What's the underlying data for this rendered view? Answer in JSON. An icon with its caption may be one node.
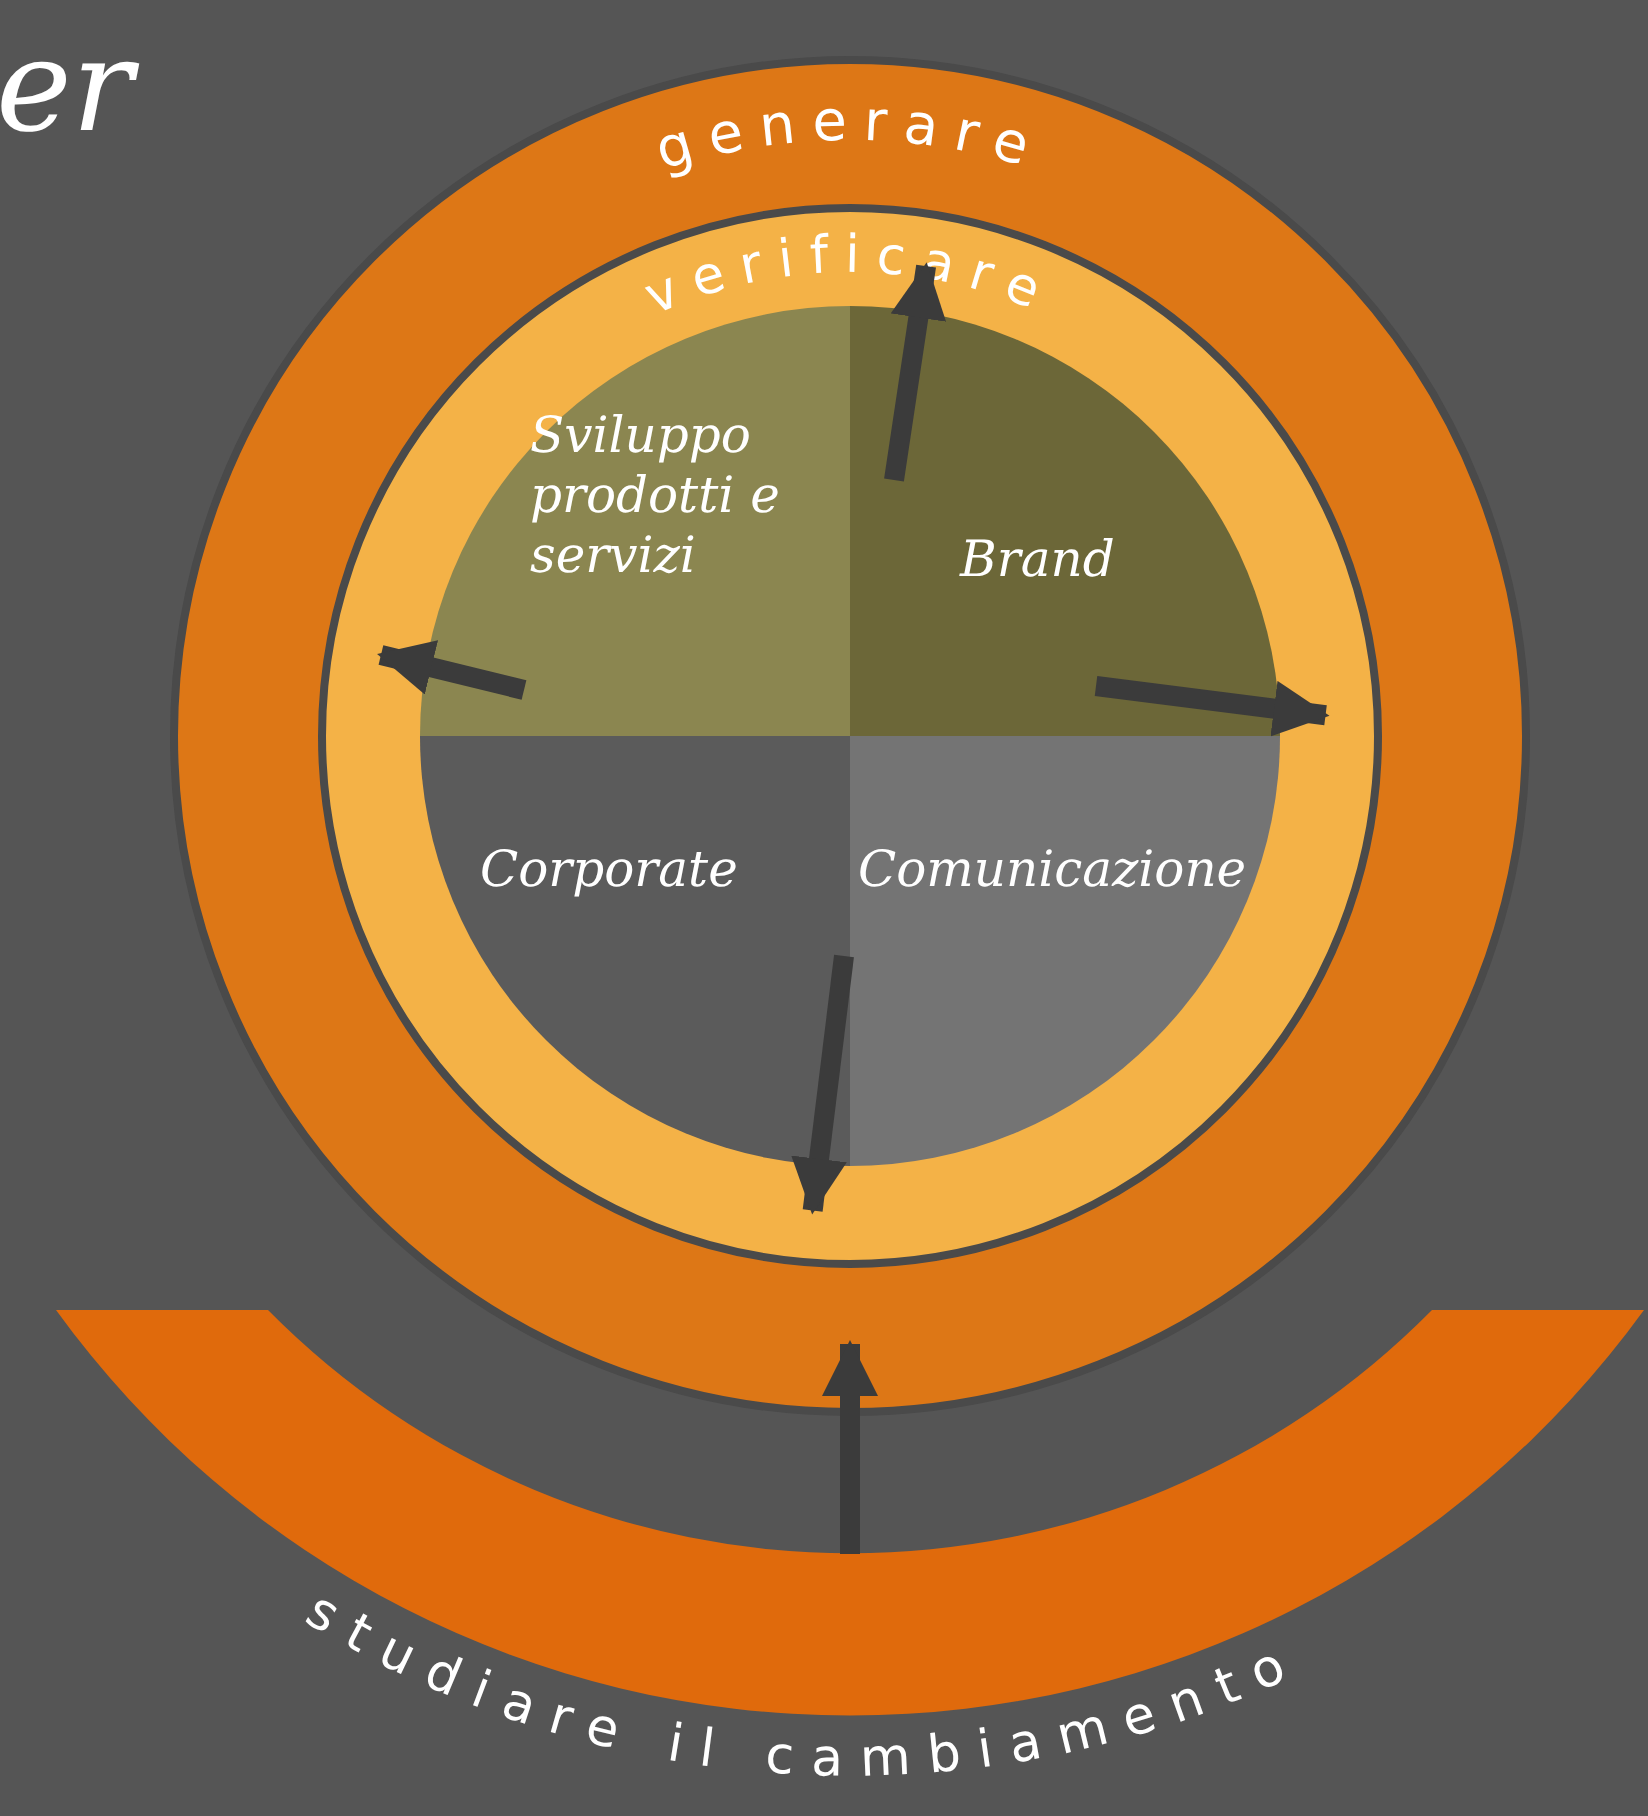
{
  "diagram": {
    "nodes": [
      {
        "text": [
          "generare"
        ]
      },
      {
        "text": [
          "verificare"
        ],
        "in": 0
      },
      {
        "text": [
          "Sviluppo prodotti e servizi"
        ],
        "in": 1
      },
      {
        "text": [
          "Brand"
        ],
        "in": 1
      },
      {
        "text": [
          "Corporate"
        ],
        "in": 1
      },
      {
        "text": [
          "Comunicazione"
        ],
        "in": 1
      },
      {
        "text": [
          "studiare il cambiamento"
        ]
      }
    ],
    "edges": [
      {
        "from": 3,
        "to": 1,
        "arrow": "to"
      },
      {
        "from": 2,
        "to": 1,
        "arrow": "to"
      },
      {
        "from": 3,
        "to": 1,
        "arrow": "to"
      },
      {
        "from": 4,
        "to": 1,
        "arrow": "to"
      },
      {
        "from": 6,
        "to": 0,
        "arrow": "to"
      }
    ],
    "labels": [
      "er"
    ]
  }
}
